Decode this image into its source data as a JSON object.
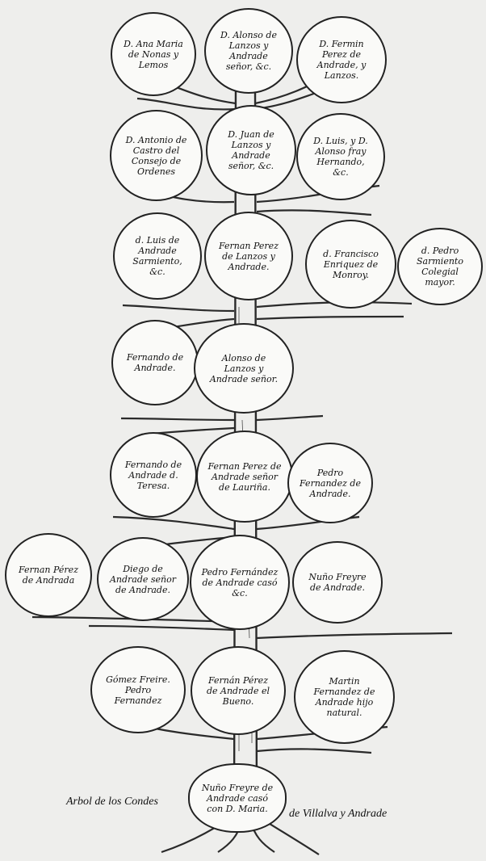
{
  "persons": {
    "r1c1": "D. Ana Maria de Nonas y Lemos",
    "r1c2": "D. Alonso de Lanzos y Andrade señor, &c.",
    "r1c3": "D. Fermin Perez de Andrade, y Lanzos.",
    "r2c1": "D. Antonio de Castro del Consejo de Ordenes",
    "r2c2": "D. Juan de Lanzos y Andrade señor, &c.",
    "r2c3": "D. Luis, y D. Alonso fray Hernando, &c.",
    "r3c1": "d. Luis de Andrade Sarmiento, &c.",
    "r3c2": "Fernan Perez de Lanzos y Andrade.",
    "r3c3": "d. Francisco Enriquez de Monroy.",
    "r3c4": "d. Pedro Sarmiento Colegial mayor.",
    "r4c1": "Fernando de Andrade.",
    "r4c2": "Alonso de Lanzos y Andrade señor.",
    "r5c1": "Fernando de Andrade d. Teresa.",
    "r5c2": "Fernan Perez de Andrade señor de Lauriña.",
    "r5c3": "Pedro Fernandez de Andrade.",
    "r6c1": "Fernan Pérez de Andrada",
    "r6c2": "Diego de Andrade señor de Andrade.",
    "r6c3": "Pedro Fernández de Andrade casó &c.",
    "r6c4": "Nuño Freyre de Andrade.",
    "r7c1": "Gómez Freire. Pedro Fernandez",
    "r7c2": "Fernán Pérez de Andrade el Bueno.",
    "r7c3": "Martin Fernandez de Andrade hijo natural.",
    "root": "Nuño Freyre de Andrade casó con D. Maria."
  },
  "caption": {
    "left": "Arbol de los Condes",
    "right": "de Villalva y Andrade"
  }
}
